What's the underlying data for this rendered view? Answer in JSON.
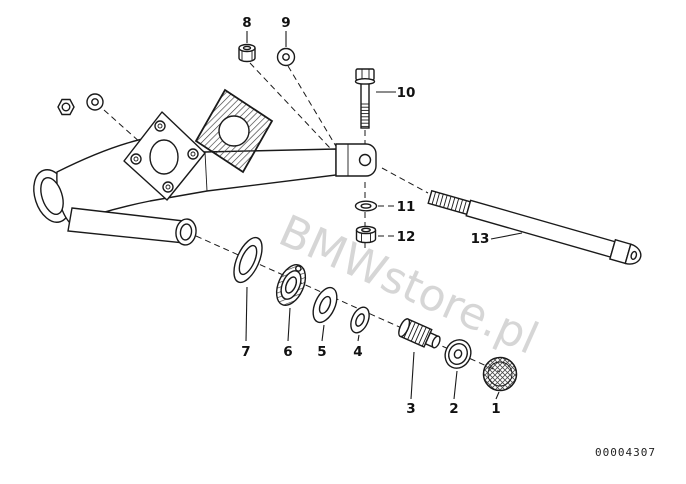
{
  "diagram": {
    "watermark": "BMWstore.pl",
    "doc_number": "00004307",
    "callouts": {
      "n1": "1",
      "n2": "2",
      "n3": "3",
      "n4": "4",
      "n5": "5",
      "n6": "6",
      "n7": "7",
      "n8": "8",
      "n9": "9",
      "n10": "10",
      "n11": "11",
      "n12": "12",
      "n13": "13"
    },
    "colors": {
      "line": "#1a1a1a",
      "watermark": "#bcbcbc",
      "background": "#ffffff"
    }
  }
}
